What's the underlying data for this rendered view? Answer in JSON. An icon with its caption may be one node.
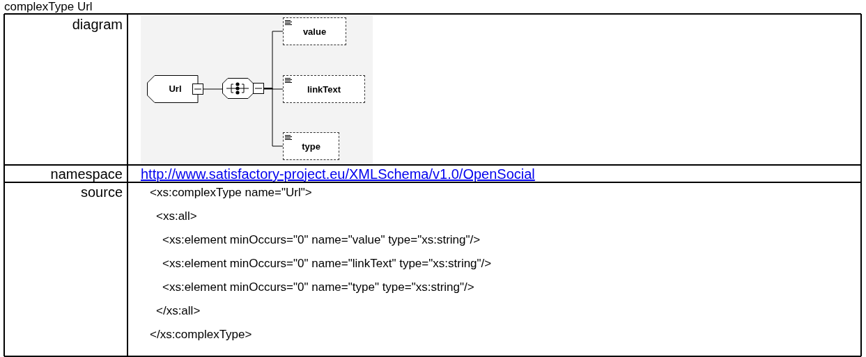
{
  "diagram": {
    "title": "complexType Url",
    "nodes": [
      {
        "text": [
          "Url"
        ]
      },
      {
        "text": [],
        "shape": "octagon"
      },
      {
        "text": [
          "value"
        ]
      },
      {
        "text": [
          "linkText"
        ]
      },
      {
        "text": [
          "type"
        ]
      }
    ],
    "edges": [
      {
        "from": 0,
        "to": 1,
        "arrow": "none"
      },
      {
        "from": 1,
        "to": 2,
        "arrow": "none"
      },
      {
        "from": 1,
        "to": 3,
        "arrow": "none"
      },
      {
        "from": 1,
        "to": 4,
        "arrow": "none"
      }
    ],
    "labels": [
      "diagram",
      "namespace",
      "http://www.satisfactory-project.eu/XMLSchema/v1.0/OpenSocial",
      "source",
      "<xs:complexType name=\"Url\">",
      "<xs:all>",
      "<xs:element minOccurs=\"0\" name=\"value\" type=\"xs:string\"/>",
      "<xs:element minOccurs=\"0\" name=\"linkText\" type=\"xs:string\"/>",
      "<xs:element minOccurs=\"0\" name=\"type\" type=\"xs:string\"/>",
      "</xs:all>",
      "</xs:complexType>"
    ]
  }
}
